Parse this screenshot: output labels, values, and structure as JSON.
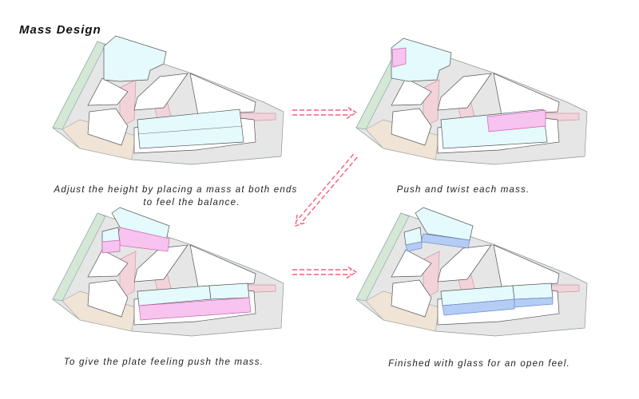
{
  "title": "Mass Design",
  "steps": [
    {
      "caption_line1": "Adjust the height by placing a mass at both ends",
      "caption_line2": "to feel the balance."
    },
    {
      "caption_line1": "Push and twist each mass."
    },
    {
      "caption_line1": "To give the plate feeling push the mass."
    },
    {
      "caption_line1": "Finished with glass for an open feel."
    }
  ],
  "colors": {
    "mass": "#e4fafc",
    "push": "#f7c3ef",
    "glass": "#b5cdf5",
    "arrow": "#f0607a",
    "green": "#d5e8d6",
    "ground": "#e6e6e6",
    "path": "#f3d3da"
  }
}
